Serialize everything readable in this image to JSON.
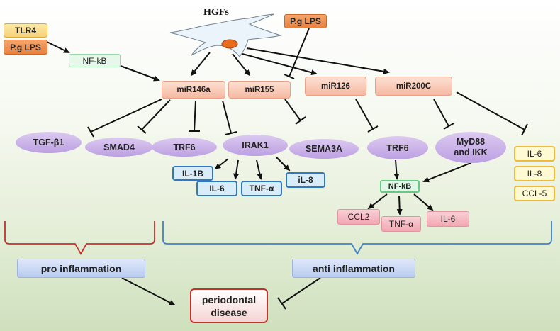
{
  "top": {
    "hgfs": "HGFs",
    "tlr4": "TLR4",
    "pg_lps_left": "P.g LPS",
    "pg_lps_right": "P.g LPS",
    "nfkb_top": "NF-kB"
  },
  "mirnas": {
    "mir146a": "miR146a",
    "mir155": "miR155",
    "mir126": "miR126",
    "mir200c": "miR200C"
  },
  "targets": {
    "tgfb1": "TGF-β1",
    "smad4": "SMAD4",
    "trf6_left": "TRF6",
    "irak1": "IRAK1",
    "sema3a": "SEMA3A",
    "trf6_right": "TRF6",
    "myd88_line1": "MyD88",
    "myd88_line2": "and IKK"
  },
  "cytokines_blue": {
    "il1b": "IL-1B",
    "il6": "IL-6",
    "tnfa": "TNF-α",
    "il8": "iL-8"
  },
  "nfkb_mid": "NF-kB",
  "cytokines_pink": {
    "ccl2": "CCL2",
    "tnfa": "TNF-α",
    "il6": "IL-6"
  },
  "cytokines_yellow": {
    "il6": "IL-6",
    "il8": "IL-8",
    "ccl5": "CCL-5"
  },
  "bottom": {
    "pro": "pro inflammation",
    "anti": "anti inflammation",
    "disease_line1": "periodontal",
    "disease_line2": "disease"
  },
  "colors": {
    "arrow": "#111111",
    "pro_brace": "#c0322b",
    "anti_brace": "#3f82c4",
    "mirna_fill": "#f5b9a2",
    "target_fill": "#bca0e2",
    "blue_border": "#2f79c0"
  }
}
